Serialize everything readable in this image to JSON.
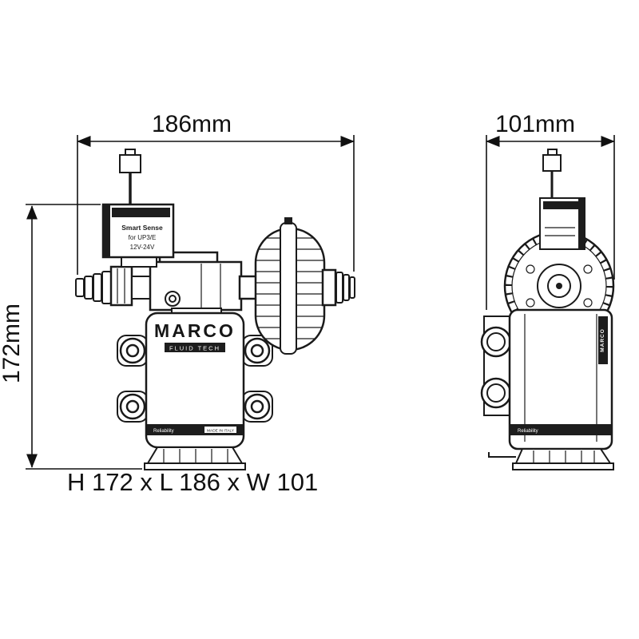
{
  "colors": {
    "ink": "#1a1a1a",
    "background": "#ffffff"
  },
  "dimensions": {
    "length": "186mm",
    "width": "101mm",
    "height": "172mm",
    "summary": "H 172 x L 186 x W 101"
  },
  "pump": {
    "brand": "MARCO",
    "brand_tagline": "FLUID TECH",
    "control_box": {
      "line1": "Smart Sense",
      "line2": "for UP3/E",
      "line3": "12V-24V"
    },
    "body_footer_left": "Reliability",
    "body_footer_right": "MADE IN ITALY",
    "side_label": "MARCO"
  }
}
